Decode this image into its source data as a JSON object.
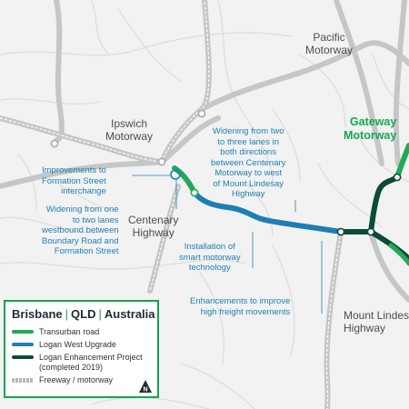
{
  "labels": {
    "pacific_motorway": "Pacific\nMotorway",
    "ipswich_motorway": "Ipswich\nMotorway",
    "gateway_motorway": "Gateway\nMotorway",
    "centenary_highway": "Centenary\nHighway",
    "mount_lindesay_highway": "Mount Lindesay\nHighway"
  },
  "annotations": {
    "formation_street": "Improvements to\nFormation Street\ninterchange",
    "westbound_widening": "Widening from one\nto two lanes\nwestbound between\nBoundary Road and\nFormation Street",
    "two_to_three": "Widening from two\nto three lanes in\nboth directions\nbetween Centenary\nMotorway to west\nof Mount Lindesay\nHighway",
    "smart_motorway": "Installation of\nsmart motorway\ntechnology",
    "freight": "Enhancements to improve\nhigh freight movements"
  },
  "legend": {
    "title_parts": [
      "Brisbane",
      "QLD",
      "Australia"
    ],
    "items": [
      {
        "label": "Transurban road",
        "color": "#22a957",
        "kind": "solid"
      },
      {
        "label": "Logan West Upgrade",
        "color": "#1d7fb3",
        "kind": "solid"
      },
      {
        "label": "Logan Enhancement Project\n(completed 2019)",
        "color": "#0c4a3a",
        "kind": "solid"
      },
      {
        "label": "Freeway / motorway",
        "color": "#b5b7b9",
        "kind": "freeway"
      }
    ],
    "north_label": "N"
  },
  "colors": {
    "transurban": "#22a957",
    "logan_west": "#1d7fb3",
    "logan_enhancement": "#0c4a3a",
    "freeway": "#c4c6c8",
    "minor_road": "#dcdcdc",
    "background": "#f2f2f2",
    "legend_border": "#16a253"
  }
}
